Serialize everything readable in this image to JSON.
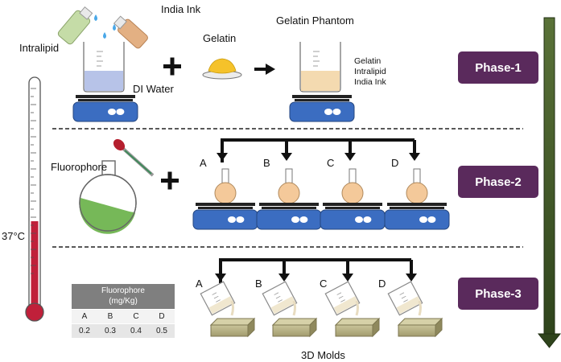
{
  "phase1": {
    "ingredients": {
      "india_ink": "India Ink",
      "intralipid": "Intralipid",
      "di_water": "DI Water",
      "gelatin": "Gelatin"
    },
    "product": {
      "title": "Gelatin Phantom",
      "contents": [
        "Gelatin",
        "Intralipid",
        "India Ink"
      ]
    },
    "label": "Phase-1"
  },
  "phase2": {
    "fluorophore": "Fluorophore",
    "samples": [
      "A",
      "B",
      "C",
      "D"
    ],
    "label": "Phase-2"
  },
  "phase3": {
    "samples": [
      "A",
      "B",
      "C",
      "D"
    ],
    "molds_label": "3D Molds",
    "label": "Phase-3"
  },
  "thermometer": {
    "temperature": "37°C"
  },
  "fluorophore_table": {
    "header": [
      "Fluorophore",
      "(mg/Kg)"
    ],
    "columns": [
      "A",
      "B",
      "C",
      "D"
    ],
    "values": [
      "0.2",
      "0.3",
      "0.4",
      "0.5"
    ]
  },
  "colors": {
    "phase_box": "#5a2a5c",
    "stirrer": "#3b6dc1",
    "process_arrow": "#3d5326",
    "thermometer_fill": "#c0203a",
    "fluorophore_liquid": "#76b858",
    "gelatin": "#f5c22a"
  }
}
